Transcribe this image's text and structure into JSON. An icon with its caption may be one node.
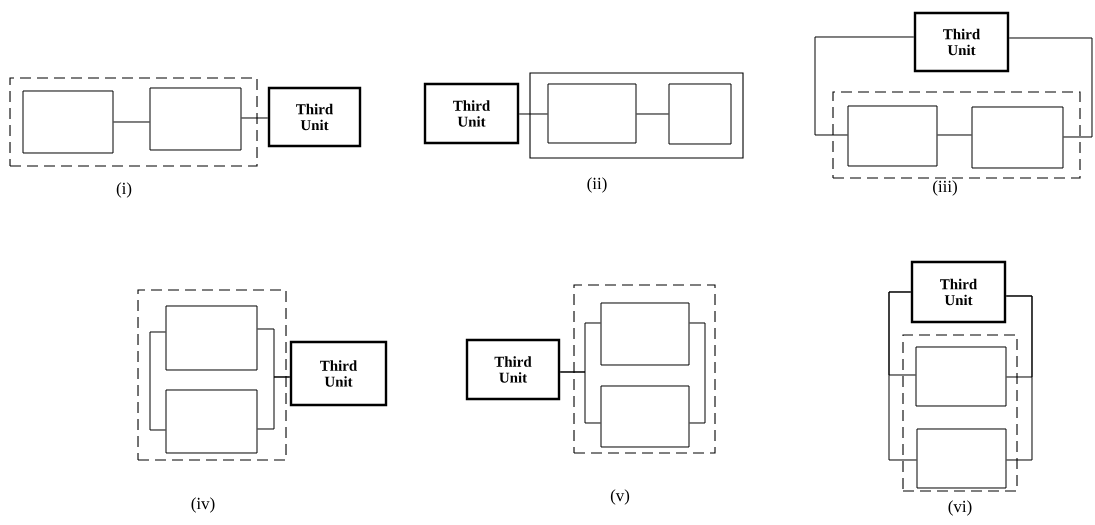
{
  "diagram": {
    "nodes": [
      {
        "text": [],
        "shape": "box"
      },
      {
        "text": [],
        "shape": "box",
        "in": 0
      },
      {
        "text": [],
        "shape": "box",
        "in": 0
      },
      {
        "text": [
          "Third Unit"
        ]
      },
      {
        "text": [
          "Third Unit"
        ]
      },
      {
        "text": [],
        "shape": "box"
      },
      {
        "text": [],
        "shape": "box",
        "in": 5
      },
      {
        "text": [],
        "shape": "box",
        "in": 5
      },
      {
        "text": [
          "Third Unit"
        ]
      },
      {
        "text": [],
        "shape": "box"
      },
      {
        "text": [],
        "shape": "box",
        "in": 9
      },
      {
        "text": [],
        "shape": "box",
        "in": 9
      },
      {
        "text": [],
        "shape": "box"
      },
      {
        "text": [],
        "shape": "box",
        "in": 12
      },
      {
        "text": [],
        "shape": "box",
        "in": 12
      },
      {
        "text": [
          "Third Unit"
        ]
      },
      {
        "text": [
          "Third Unit"
        ]
      },
      {
        "text": [],
        "shape": "box"
      },
      {
        "text": [],
        "shape": "box",
        "in": 17
      },
      {
        "text": [],
        "shape": "box",
        "in": 17
      },
      {
        "text": [
          "Third Unit"
        ]
      },
      {
        "text": [],
        "shape": "box"
      },
      {
        "text": [],
        "shape": "box",
        "in": 21
      },
      {
        "text": [],
        "shape": "box",
        "in": 21
      }
    ],
    "edges": [
      {
        "from": 1,
        "to": 2,
        "arrow": "none"
      },
      {
        "from": 2,
        "to": 3,
        "arrow": "none"
      },
      {
        "from": 4,
        "to": 6,
        "arrow": "none"
      },
      {
        "from": 6,
        "to": 7,
        "arrow": "none"
      },
      {
        "from": 8,
        "to": 10,
        "arrow": "none"
      },
      {
        "from": 8,
        "to": 11,
        "arrow": "none"
      },
      {
        "from": 10,
        "to": 11,
        "arrow": "none"
      },
      {
        "from": 13,
        "to": 14,
        "arrow": "none"
      },
      {
        "from": 13,
        "to": 15,
        "arrow": "none"
      },
      {
        "from": 14,
        "to": 15,
        "arrow": "none"
      },
      {
        "from": 16,
        "to": 18,
        "arrow": "none"
      },
      {
        "from": 16,
        "to": 19,
        "arrow": "none"
      },
      {
        "from": 18,
        "to": 19,
        "arrow": "none"
      },
      {
        "from": 20,
        "to": 22,
        "arrow": "none"
      },
      {
        "from": 20,
        "to": 23,
        "arrow": "none"
      },
      {
        "from": 20,
        "to": 22,
        "arrow": "none"
      },
      {
        "from": 20,
        "to": 23,
        "arrow": "none"
      }
    ],
    "labels": [
      "(i)",
      "(ii)",
      "(iii)",
      "(iv)",
      "(v)",
      "(vi)"
    ]
  }
}
